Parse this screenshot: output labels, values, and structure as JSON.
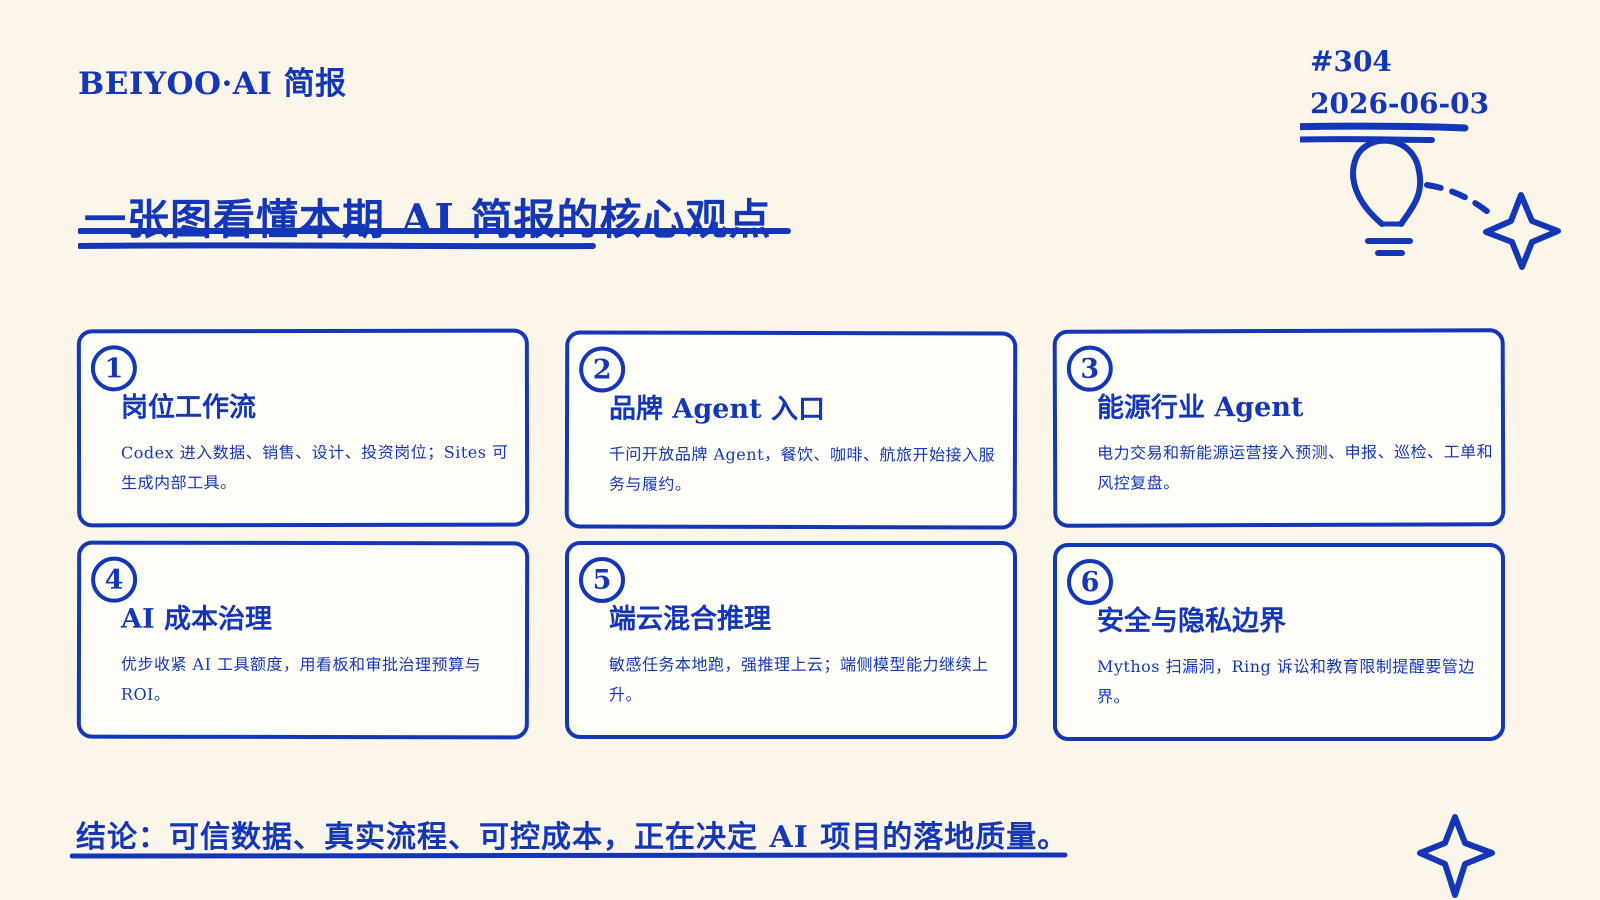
{
  "header": {
    "brand": "BEIYOO·AI 简报",
    "issue_number": "#304",
    "issue_date": "2026-06-03"
  },
  "main": {
    "title": "一张图看懂本期 AI 简报的核心观点",
    "cards": [
      {
        "number": "1",
        "title": "岗位工作流",
        "description": "Codex 进入数据、销售、设计、投资岗位；Sites 可生成内部工具。"
      },
      {
        "number": "2",
        "title": "品牌 Agent 入口",
        "description": "千问开放品牌 Agent，餐饮、咖啡、航旅开始接入服务与履约。"
      },
      {
        "number": "3",
        "title": "能源行业 Agent",
        "description": "电力交易和新能源运营接入预测、申报、巡检、工单和风控复盘。"
      },
      {
        "number": "4",
        "title": "AI 成本治理",
        "description": "优步收紧 AI 工具额度，用看板和审批治理预算与 ROI。"
      },
      {
        "number": "5",
        "title": "端云混合推理",
        "description": "敏感任务本地跑，强推理上云；端侧模型能力继续上升。"
      },
      {
        "number": "6",
        "title": "安全与隐私边界",
        "description": "Mythos 扫漏洞，Ring 诉讼和教育限制提醒要管边界。"
      }
    ]
  },
  "footer": {
    "conclusion": "结论：可信数据、真实流程、可控成本，正在决定 AI 项目的落地质量。"
  },
  "colors": {
    "background": "#fbf5ea",
    "card_background": "#fffdf7",
    "ink": "#1437b8"
  },
  "icons": {
    "top_right": [
      "lightbulb-icon",
      "sparkle-icon"
    ],
    "bottom_right": [
      "sparkle-icon"
    ]
  }
}
